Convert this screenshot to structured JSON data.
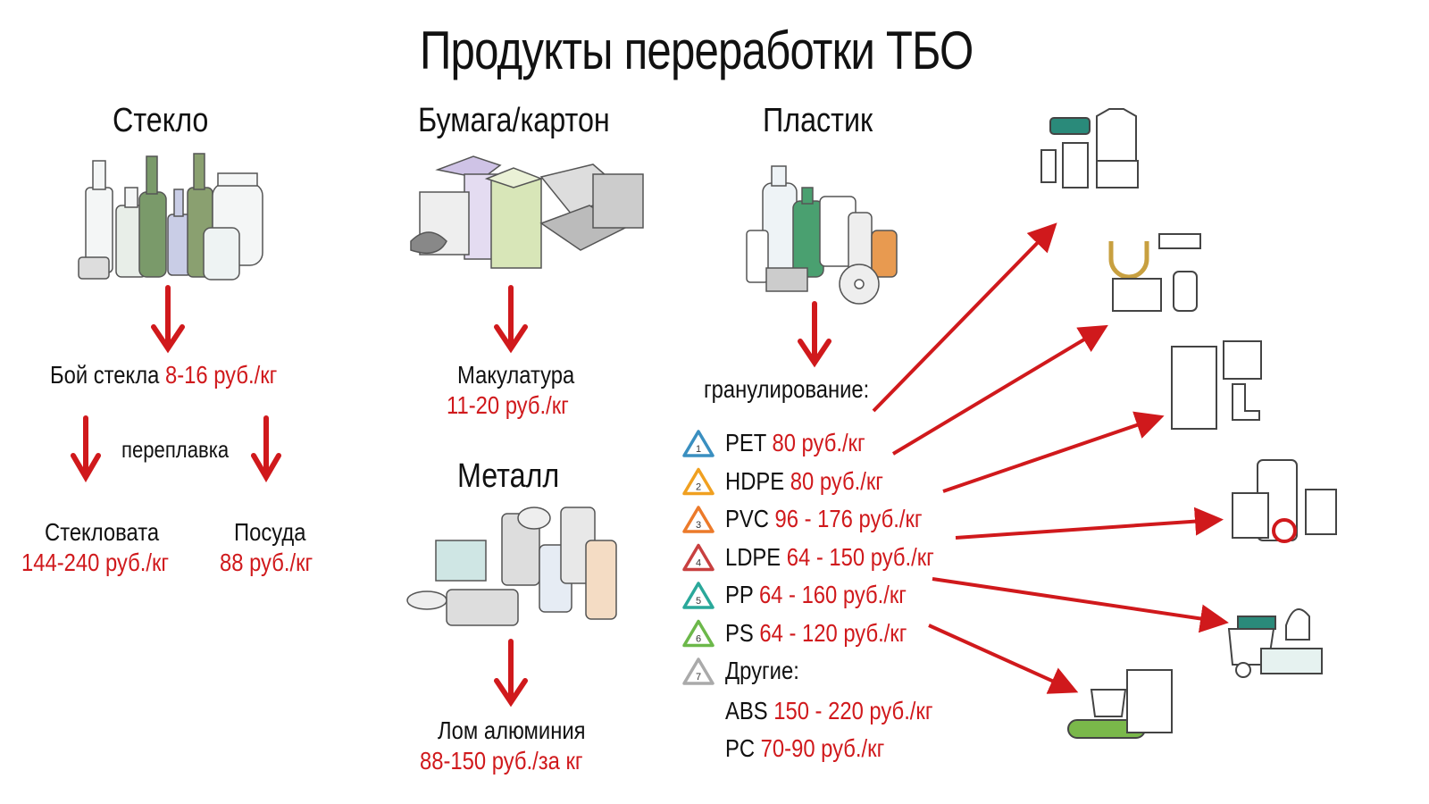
{
  "title": "Продукты переработки ТБО",
  "glass": {
    "heading": "Стекло",
    "cullet_label": "Бой стекла",
    "cullet_price": "8-16 руб./кг",
    "remelt_label": "переплавка",
    "wool_label": "Стекловата",
    "wool_price": "144-240 руб./кг",
    "dishes_label": "Посуда",
    "dishes_price": "88 руб./кг"
  },
  "paper": {
    "heading": "Бумага/картон",
    "product_label": "Макулатура",
    "product_price": "11-20 руб./кг"
  },
  "metal": {
    "heading": "Металл",
    "product_label": "Лом алюминия",
    "product_price": "88-150 руб./за кг"
  },
  "plastic": {
    "heading": "Пластик",
    "process_label": "гранулирование:",
    "types": [
      {
        "code": "1",
        "name": "PET",
        "price": "80 руб./кг",
        "color": "#3a8fc0"
      },
      {
        "code": "2",
        "name": "HDPE",
        "price": "80 руб./кг",
        "color": "#f0a020"
      },
      {
        "code": "3",
        "name": "PVC",
        "price": "96 - 176 руб./кг",
        "color": "#ec7a2a"
      },
      {
        "code": "4",
        "name": "LDPE",
        "price": "64 - 150 руб./кг",
        "color": "#c84040"
      },
      {
        "code": "5",
        "name": "PP",
        "price": "64 - 160 руб./кг",
        "color": "#2aa89a"
      },
      {
        "code": "6",
        "name": "PS",
        "price": "64 - 120 руб./кг",
        "color": "#6cb84a"
      },
      {
        "code": "7",
        "name": "Другие:",
        "price": "",
        "color": "#aaaaaa"
      }
    ],
    "others": [
      {
        "name": "ABS",
        "price": "150 - 220 руб./кг"
      },
      {
        "name": "PC",
        "price": "70-90 руб./кг"
      }
    ]
  },
  "colors": {
    "accent_red": "#d0191c",
    "text": "#111111"
  }
}
